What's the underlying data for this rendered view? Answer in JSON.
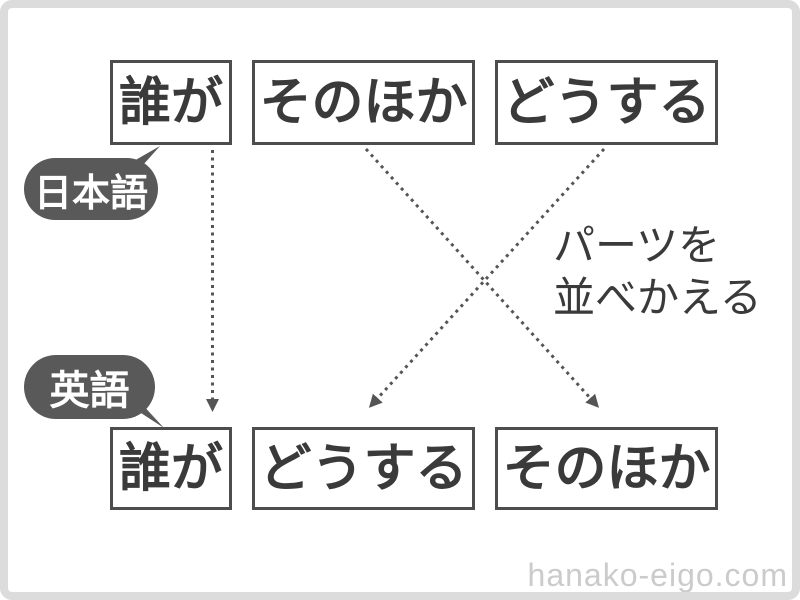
{
  "bubbles": {
    "japanese": "日本語",
    "english": "英語"
  },
  "top_boxes": [
    "誰が",
    "そのほか",
    "どうする"
  ],
  "bottom_boxes": [
    "誰が",
    "どうする",
    "そのほか"
  ],
  "arrow_mapping": [
    {
      "from": "誰が",
      "to": "誰が"
    },
    {
      "from": "そのほか",
      "to": "そのほか"
    },
    {
      "from": "どうする",
      "to": "どうする"
    }
  ],
  "annotation": {
    "line1": "パーツを",
    "line2": "並べかえる"
  },
  "watermark": "hanako-eigo.com",
  "colors": {
    "frame": "#dcdcdc",
    "box_border": "#4d4d4d",
    "box_text": "#3a3a3a",
    "bubble_bg": "#595959",
    "bubble_text": "#ffffff",
    "arrow": "#555555",
    "annotation_text": "#3a3a3a",
    "watermark_text": "#cbcbcb",
    "background": "#ffffff"
  }
}
